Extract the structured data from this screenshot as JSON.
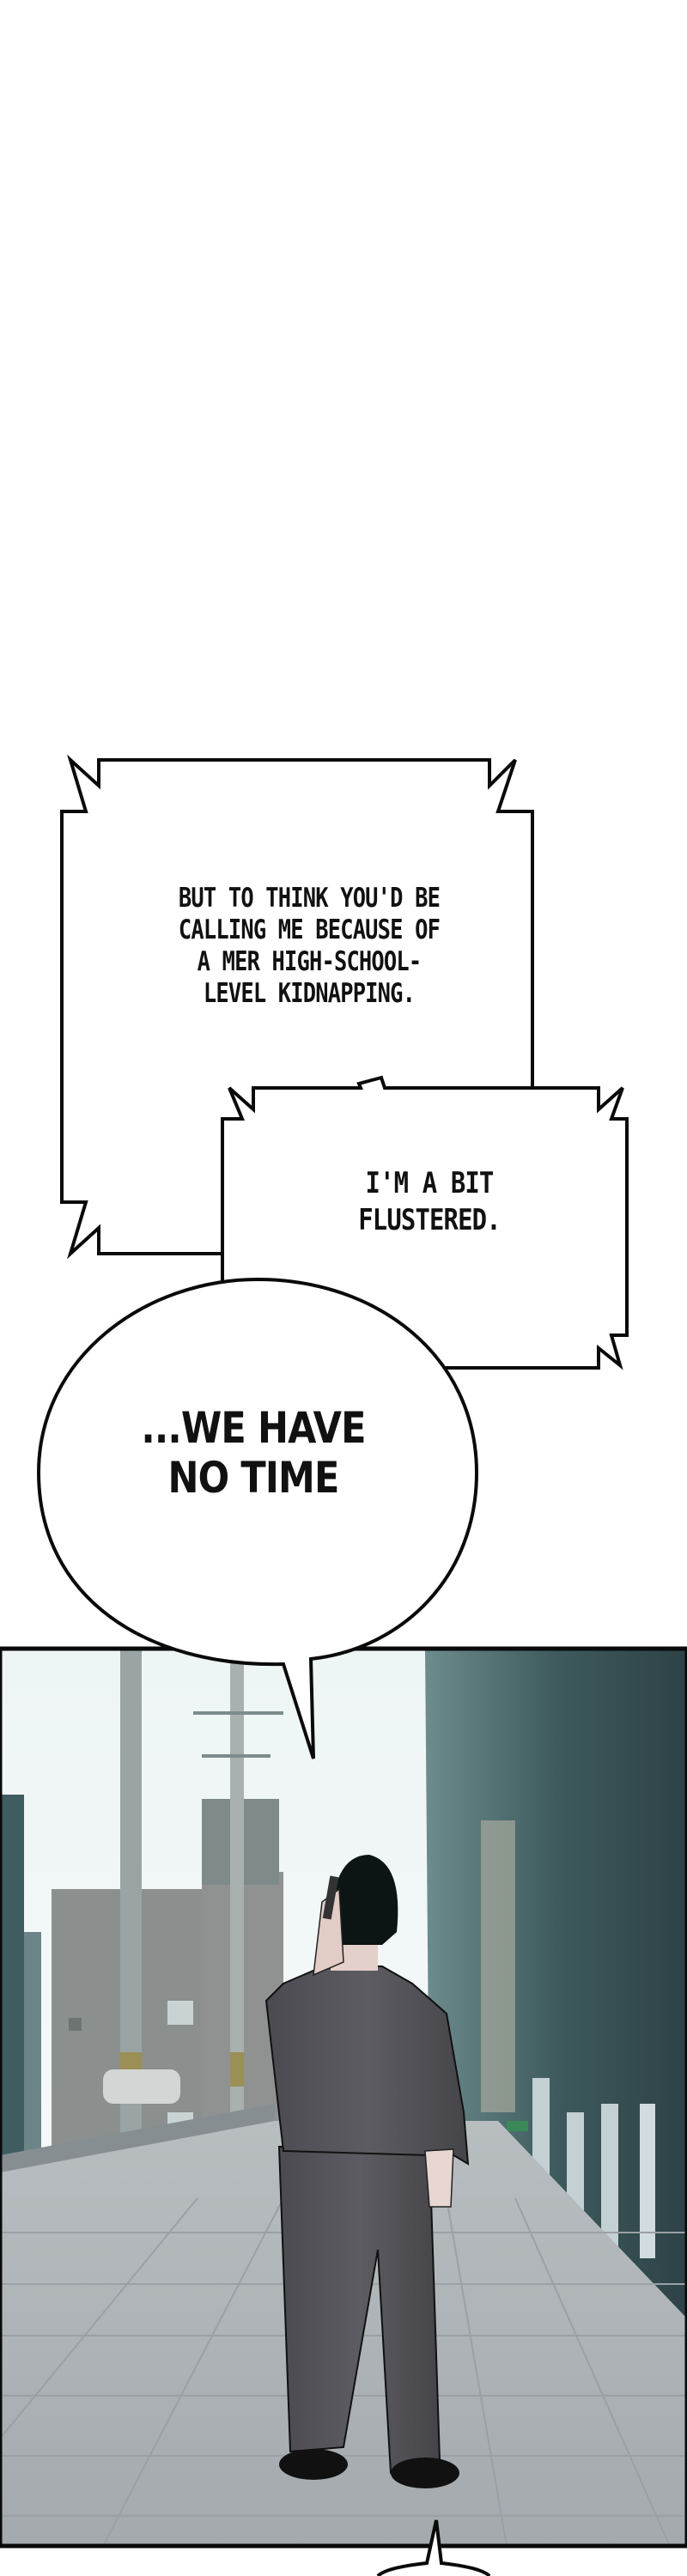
{
  "page": {
    "background": "#ffffff"
  },
  "bubbles": [
    {
      "type": "spiky-rect",
      "text": "BUT TO THINK YOU'D BE\nCALLING ME BECAUSE OF\nA MER HIGH-SCHOOL-\nLEVEL KIDNAPPING."
    },
    {
      "type": "spiky-rect",
      "text": "I'M A BIT\nFLUSTERED."
    },
    {
      "type": "round",
      "text": "...WE HAVE\nNO TIME"
    }
  ],
  "panel": {
    "description": "man in grey suit seen from behind on phone, walking down tiled street",
    "colors": {
      "sky": "#f2f7f7",
      "building_teal": "#4d6f72",
      "building_grey": "#8a9090",
      "suit": "#55555a",
      "pavement": "#a9afb2",
      "border": "#0a0a0a"
    }
  }
}
